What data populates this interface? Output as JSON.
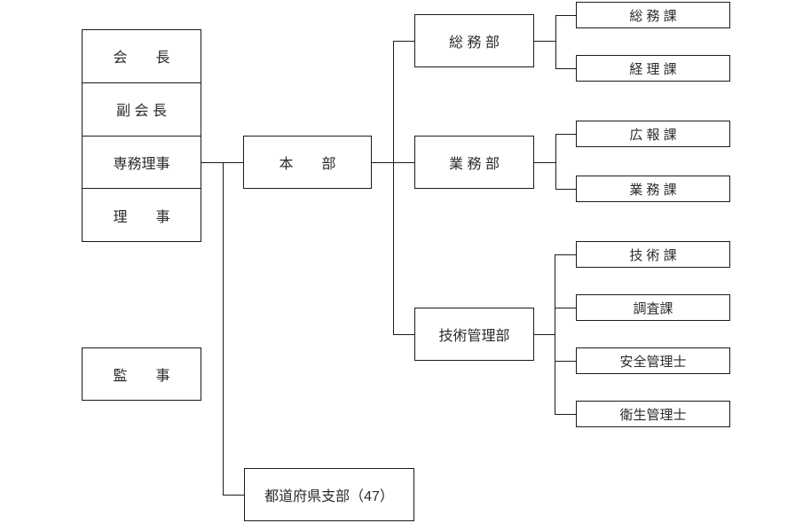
{
  "chart": {
    "officer_stack": {
      "items": [
        {
          "label": "会　　長"
        },
        {
          "label": "副 会 長"
        },
        {
          "label": "専務理事"
        },
        {
          "label": "理　　事"
        }
      ]
    },
    "auditor": {
      "label": "監　　事"
    },
    "headquarters": {
      "label": "本　　部"
    },
    "branches": {
      "label": "都道府県支部（47）"
    },
    "departments": [
      {
        "label": "総 務 部",
        "sections": [
          {
            "label": "総 務 課"
          },
          {
            "label": "経 理 課"
          }
        ]
      },
      {
        "label": "業 務 部",
        "sections": [
          {
            "label": "広 報 課"
          },
          {
            "label": "業 務 課"
          }
        ]
      },
      {
        "label": "技術管理部",
        "sections": [
          {
            "label": "技 術 課"
          },
          {
            "label": "調査課"
          },
          {
            "label": "安全管理士"
          },
          {
            "label": "衛生管理士"
          }
        ]
      }
    ]
  },
  "colors": {
    "line": "#1a1a1a",
    "background": "#ffffff",
    "text": "#2b2b2b"
  }
}
